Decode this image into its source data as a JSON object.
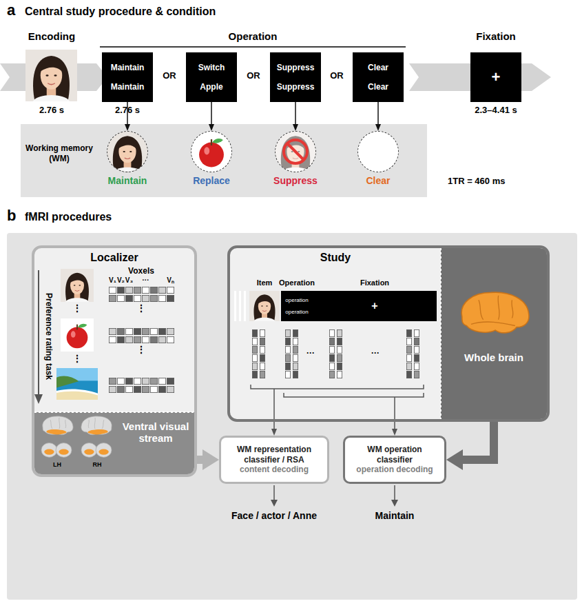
{
  "diagram": {
    "nodes": [
      {
        "text": [
          "Maintain",
          "Maintain"
        ]
      },
      {
        "text": [
          "Switch",
          "Apple"
        ]
      },
      {
        "text": [
          "Suppress",
          "Suppress"
        ]
      },
      {
        "text": [
          "Clear",
          "Clear"
        ]
      },
      {
        "text": [
          "+"
        ]
      },
      {
        "text": [
          "Working memory (WM)"
        ]
      },
      {
        "text": [
          "Maintain"
        ],
        "in": 5
      },
      {
        "text": [
          "Replace"
        ],
        "in": 5
      },
      {
        "text": [
          "Suppress"
        ],
        "in": 5
      },
      {
        "text": [
          "Clear"
        ],
        "in": 5
      },
      {
        "text": [
          "Localizer"
        ]
      },
      {
        "text": [
          "Ventral visual stream"
        ],
        "in": 10
      },
      {
        "text": [
          "Study"
        ]
      },
      {
        "text": [
          "operation",
          "operation"
        ],
        "in": 12
      },
      {
        "text": [
          "+"
        ],
        "in": 12
      },
      {
        "text": [
          "Whole brain"
        ],
        "in": 12
      },
      {
        "text": [
          "WM representation classifier / RSA",
          "content decoding"
        ]
      },
      {
        "text": [
          "WM operation classifier",
          "operation decoding"
        ]
      }
    ],
    "edges": [
      {
        "from": 0,
        "to": 6,
        "arrow": "to"
      },
      {
        "from": 1,
        "to": 7,
        "arrow": "to"
      },
      {
        "from": 2,
        "to": 8,
        "arrow": "to"
      },
      {
        "from": 3,
        "to": 9,
        "arrow": "to"
      },
      {
        "from": 11,
        "to": 16,
        "arrow": "to"
      },
      {
        "from": 12,
        "to": 16,
        "arrow": "to"
      },
      {
        "from": 12,
        "to": 17,
        "arrow": "to"
      },
      {
        "from": 15,
        "to": 17,
        "arrow": "to"
      }
    ],
    "labels": [
      "a",
      "Central study procedure & condition",
      "Encoding",
      "2.76 s",
      "Operation",
      "OR",
      "OR",
      "OR",
      "2.76 s",
      "Fixation",
      "2.3–4.41 s",
      "1TR = 460 ms",
      "b",
      "fMRI procedures",
      "Preference rating task",
      "Voxels",
      "V₁",
      "V₂",
      "V₃",
      "···",
      "Vₙ",
      "⋮",
      "⋮",
      "⋮",
      "⋮",
      "LH",
      "RH",
      "Item",
      "Operation",
      "Fixation",
      "···",
      "···",
      "Face / actor / Anne",
      "Maintain"
    ]
  }
}
